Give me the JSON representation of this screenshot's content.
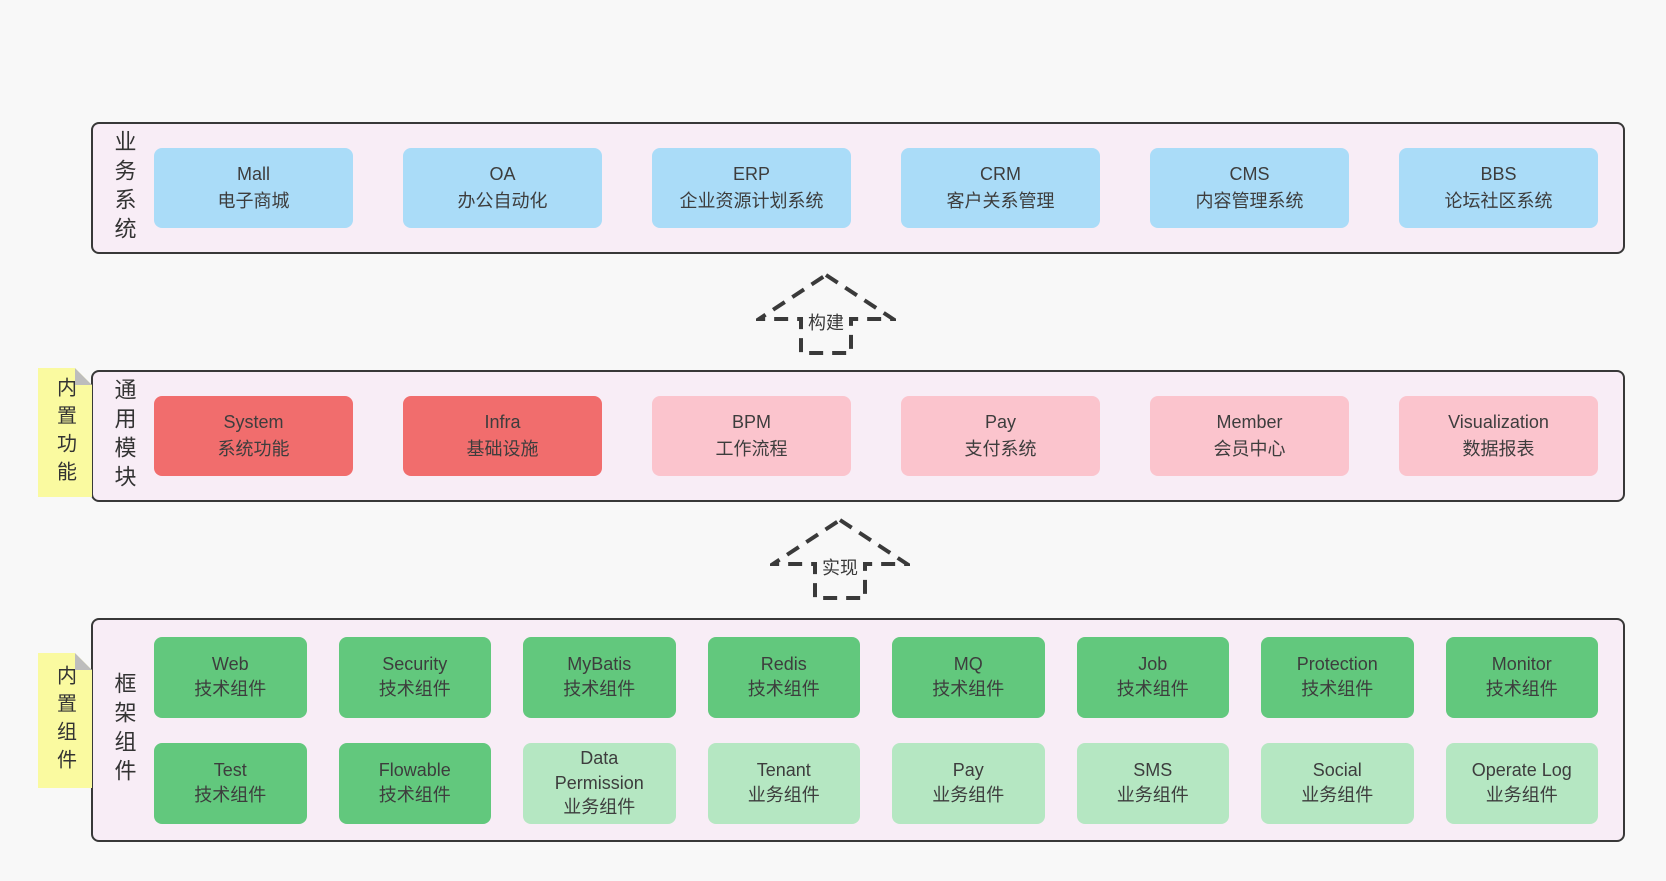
{
  "colors": {
    "page_bg": "#f8f8f8",
    "container_bg": "#f8edf6",
    "container_border": "#383838",
    "blue": "#aadcf8",
    "red": "#f16d6d",
    "pink": "#fbc4cd",
    "green_dark": "#62c87d",
    "green_light": "#b5e7c2",
    "note_yellow": "#fafaa0",
    "fold_grey": "#bdbdbd",
    "arrow_stroke": "#3a3a3a"
  },
  "arrows": {
    "build": "构建",
    "implement": "实现"
  },
  "sections": {
    "business": {
      "label": "业务系统",
      "boxes": [
        {
          "name": "Mall",
          "desc": "电子商城"
        },
        {
          "name": "OA",
          "desc": "办公自动化"
        },
        {
          "name": "ERP",
          "desc": "企业资源计划系统"
        },
        {
          "name": "CRM",
          "desc": "客户关系管理"
        },
        {
          "name": "CMS",
          "desc": "内容管理系统"
        },
        {
          "name": "BBS",
          "desc": "论坛社区系统"
        }
      ]
    },
    "modules": {
      "note": "内置功能",
      "label": "通用模块",
      "boxes": [
        {
          "name": "System",
          "desc": "系统功能"
        },
        {
          "name": "Infra",
          "desc": "基础设施"
        },
        {
          "name": "BPM",
          "desc": "工作流程"
        },
        {
          "name": "Pay",
          "desc": "支付系统"
        },
        {
          "name": "Member",
          "desc": "会员中心"
        },
        {
          "name": "Visualization",
          "desc": "数据报表"
        }
      ]
    },
    "components": {
      "note": "内置组件",
      "label": "框架组件",
      "row1": [
        {
          "name": "Web",
          "desc": "技术组件"
        },
        {
          "name": "Security",
          "desc": "技术组件"
        },
        {
          "name": "MyBatis",
          "desc": "技术组件"
        },
        {
          "name": "Redis",
          "desc": "技术组件"
        },
        {
          "name": "MQ",
          "desc": "技术组件"
        },
        {
          "name": "Job",
          "desc": "技术组件"
        },
        {
          "name": "Protection",
          "desc": "技术组件"
        },
        {
          "name": "Monitor",
          "desc": "技术组件"
        }
      ],
      "row2": [
        {
          "name": "Test",
          "desc": "技术组件"
        },
        {
          "name": "Flowable",
          "desc": "技术组件"
        },
        {
          "name": "Data Permission",
          "desc": "业务组件"
        },
        {
          "name": "Tenant",
          "desc": "业务组件"
        },
        {
          "name": "Pay",
          "desc": "业务组件"
        },
        {
          "name": "SMS",
          "desc": "业务组件"
        },
        {
          "name": "Social",
          "desc": "业务组件"
        },
        {
          "name": "Operate Log",
          "desc": "业务组件"
        }
      ]
    }
  }
}
